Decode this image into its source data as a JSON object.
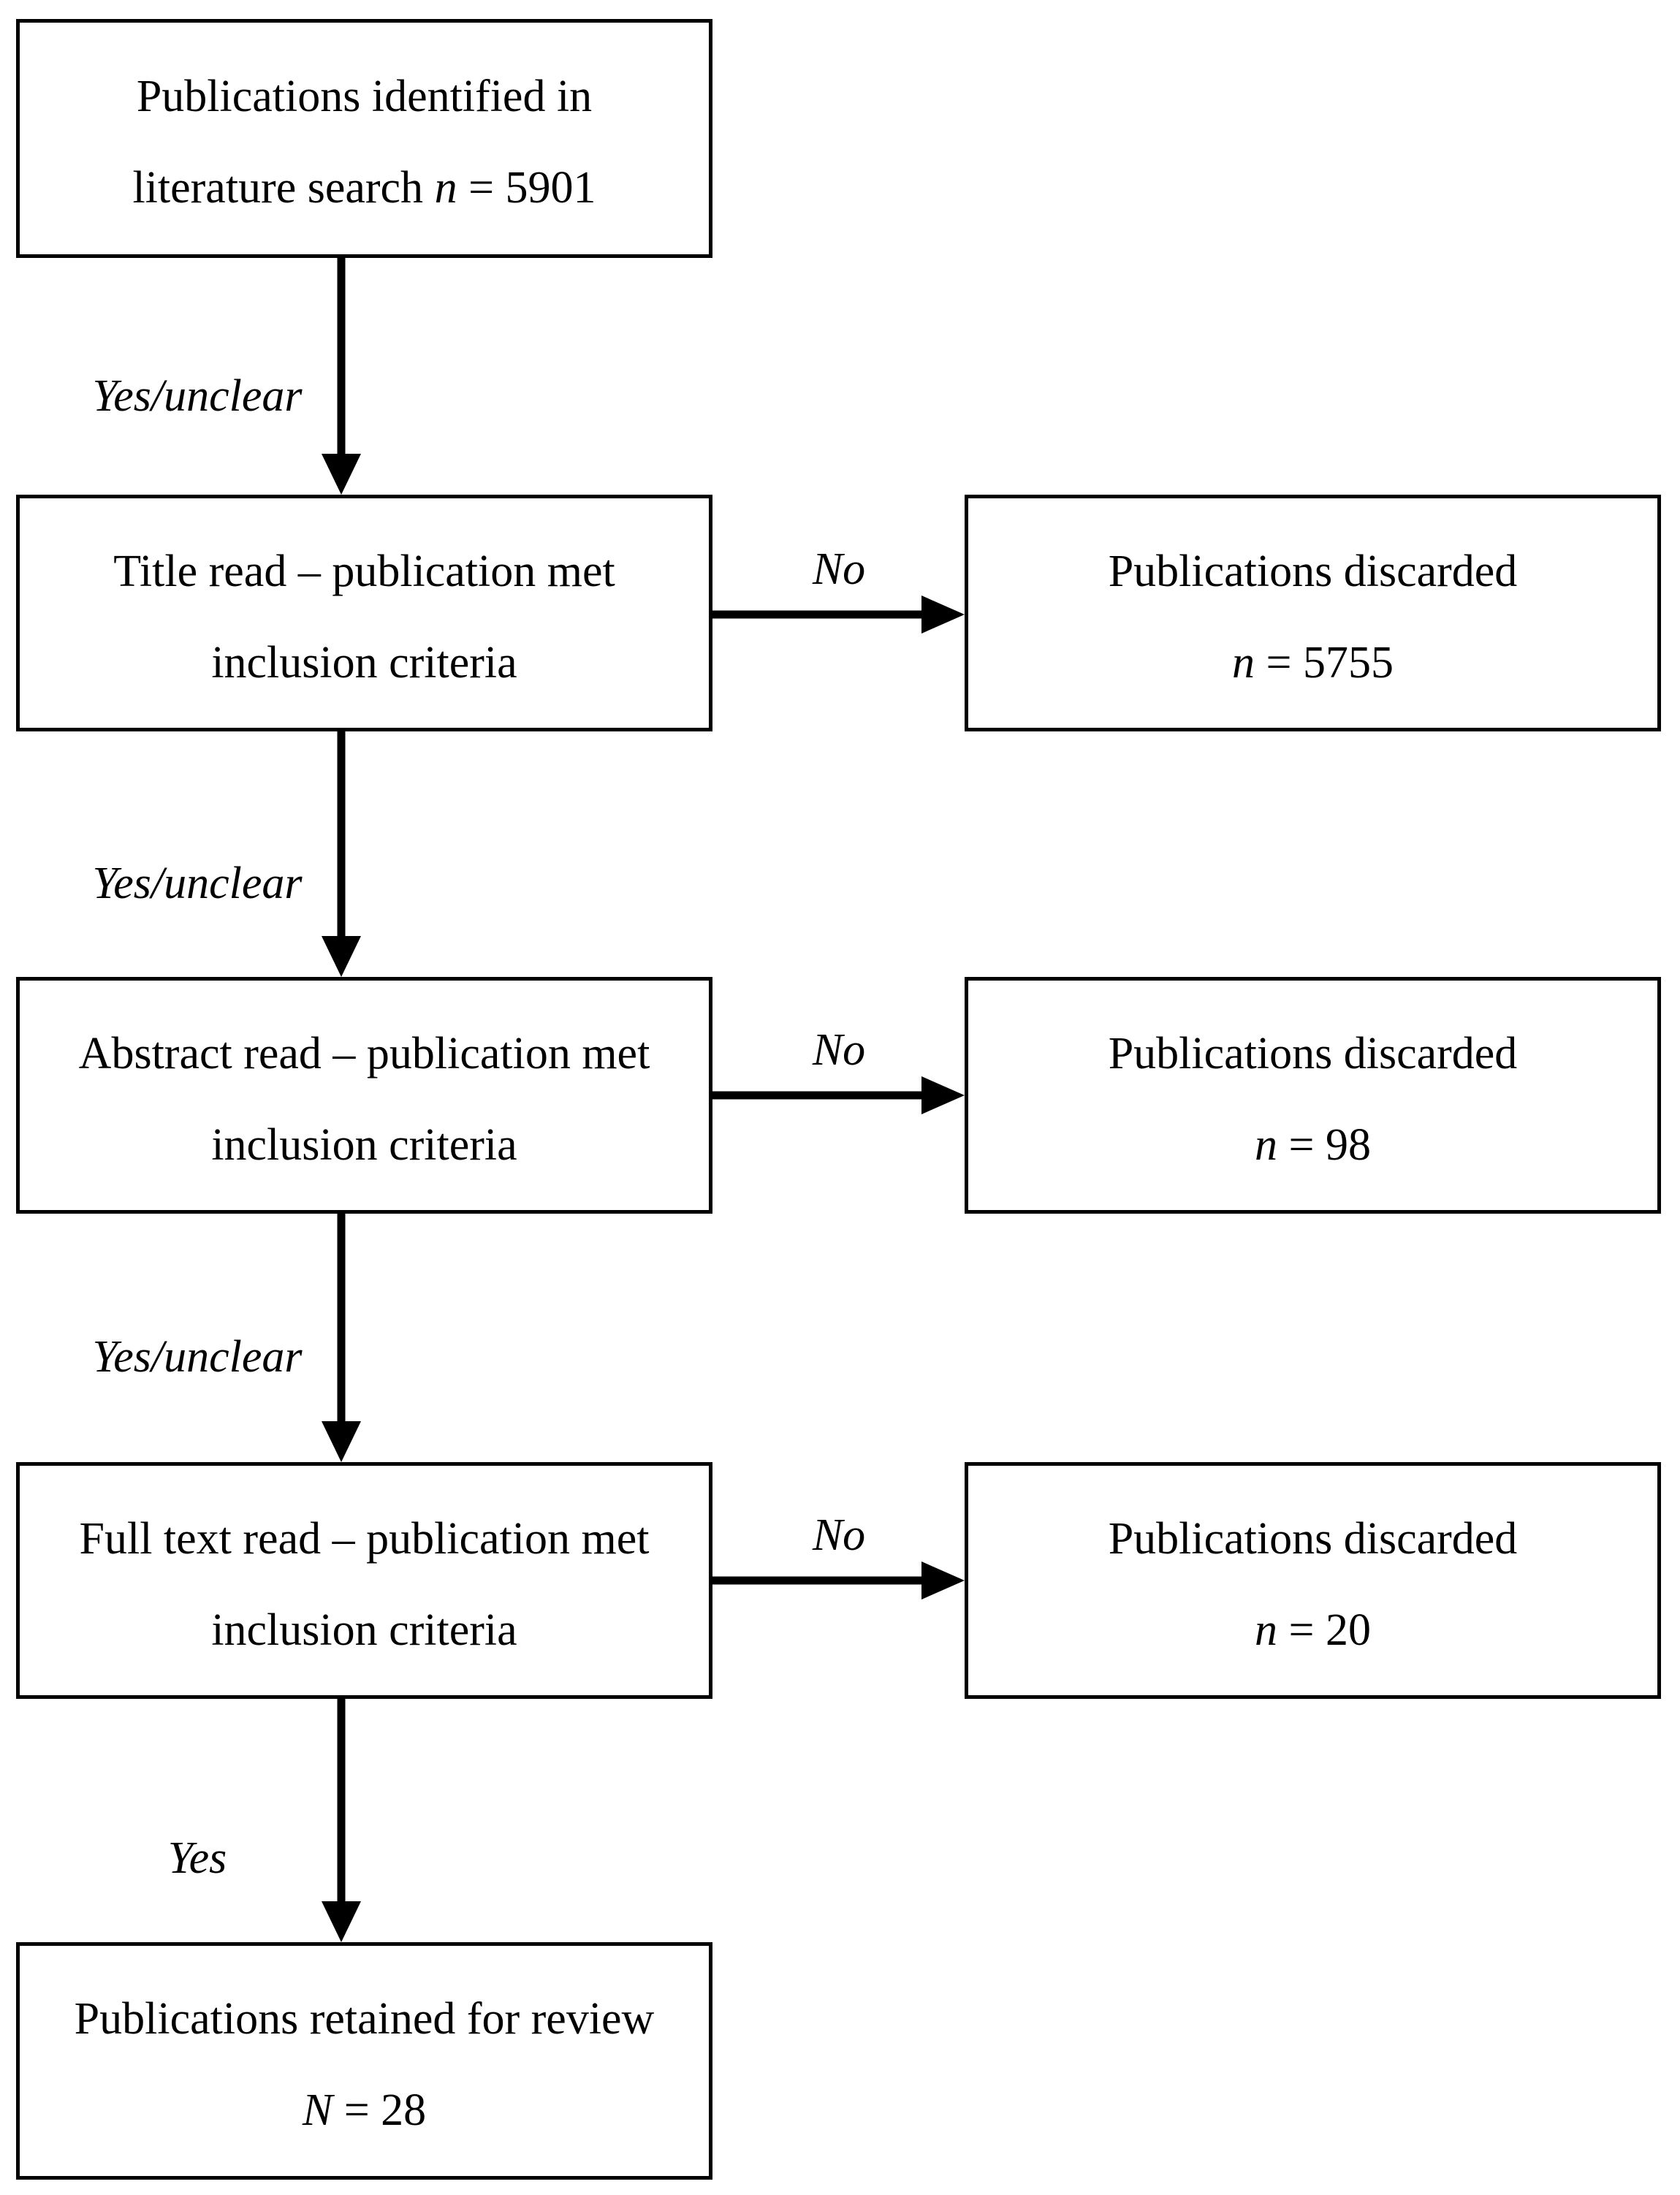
{
  "diagram": {
    "boxes": {
      "identified": {
        "line1": "Publications identified in",
        "line2_text": "literature search",
        "var": "n",
        "eq": "= 5901"
      },
      "title_read": {
        "line1": "Title read – publication met",
        "line2": "inclusion criteria"
      },
      "discarded_title": {
        "line1": "Publications discarded",
        "var": "n",
        "eq": "= 5755"
      },
      "abstract_read": {
        "line1": "Abstract read – publication met",
        "line2": "inclusion criteria"
      },
      "discarded_abstract": {
        "line1": "Publications discarded",
        "var": "n",
        "eq": "= 98"
      },
      "fulltext_read": {
        "line1": "Full text read – publication met",
        "line2": "inclusion criteria"
      },
      "discarded_fulltext": {
        "line1": "Publications discarded",
        "var": "n",
        "eq": "= 20"
      },
      "retained": {
        "line1": "Publications retained for review",
        "var": "N",
        "eq": "= 28"
      }
    },
    "edge_labels": {
      "e1": "Yes/unclear",
      "e2": "Yes/unclear",
      "e3": "Yes/unclear",
      "e4": "Yes",
      "no1": "No",
      "no2": "No",
      "no3": "No"
    },
    "colors": {
      "line": "#000000",
      "background": "#ffffff",
      "text": "#000000"
    }
  }
}
